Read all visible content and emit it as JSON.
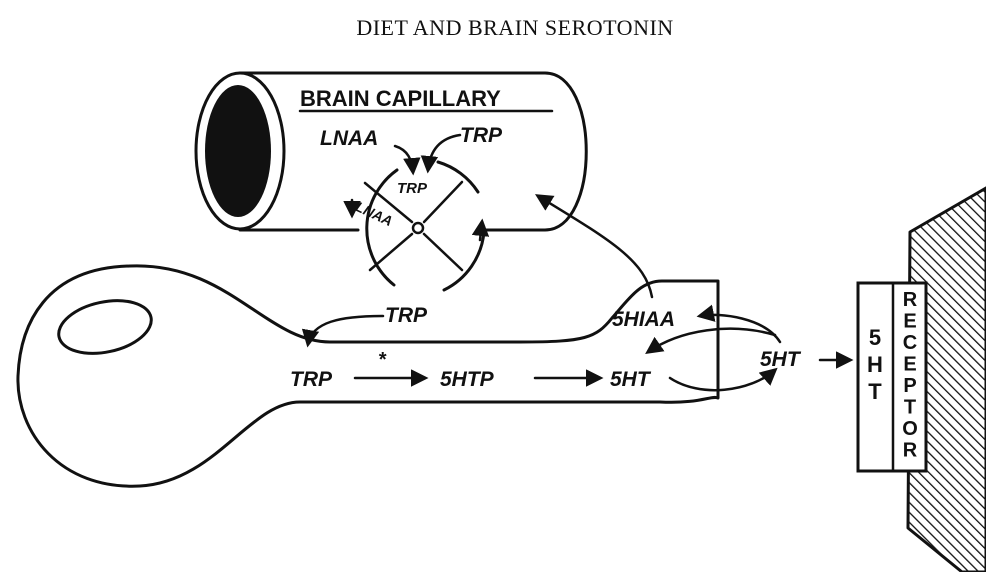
{
  "title": "DIET AND BRAIN SEROTONIN",
  "capillary": {
    "label": "BRAIN CAPILLARY",
    "lnaa": "LNAA",
    "trp": "TRP",
    "carrier_trp": "TRP",
    "carrier_lnaa": "LNAA"
  },
  "neuron": {
    "trp_uptake": "TRP",
    "trp": "TRP",
    "enzyme_mark": "*",
    "htp": "5HTP",
    "ht": "5HT",
    "hiaa": "5HIAA"
  },
  "synapse": {
    "ht": "5HT"
  },
  "receptor": {
    "left": "5HT",
    "right": "RECEPTOR"
  }
}
